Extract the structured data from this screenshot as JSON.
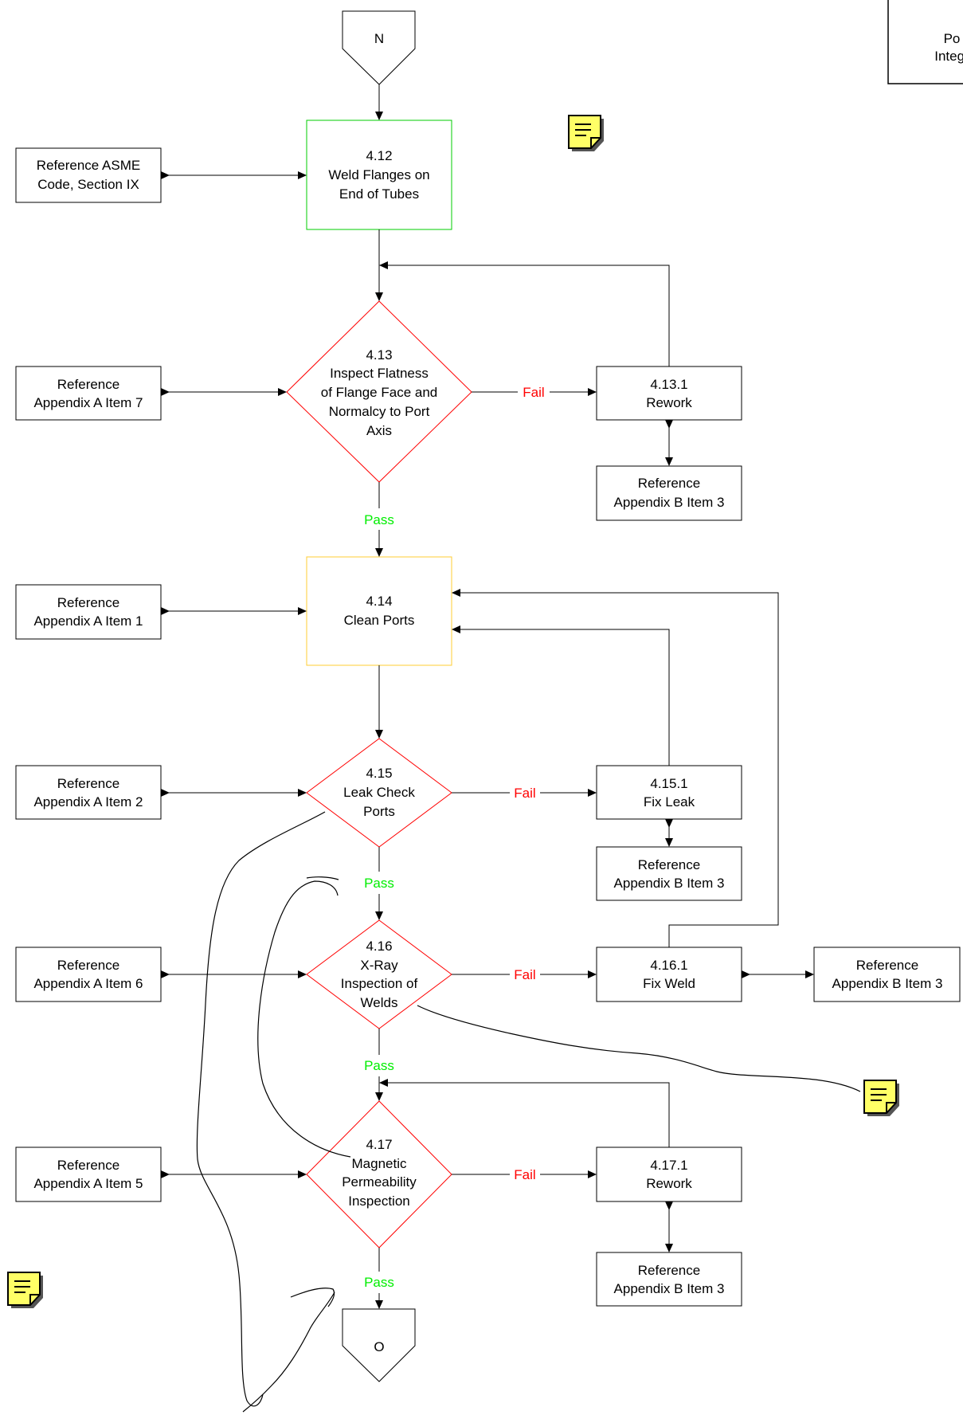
{
  "connectors": {
    "top": "N",
    "bottom": "O"
  },
  "corner_box_text": [
    "Po",
    "Integr"
  ],
  "edge_labels": {
    "fail": "Fail",
    "pass": "Pass"
  },
  "colors": {
    "diamond_border": "#ff0000",
    "step_412_border": "#00cc00",
    "step_414_border": "#ffcc33",
    "fail_text": "#ff0000",
    "pass_text": "#00ee00",
    "note_fill": "#ffff66"
  },
  "steps": {
    "s412": [
      "4.12",
      "Weld Flanges on",
      "End of Tubes"
    ],
    "s413": [
      "4.13",
      "Inspect Flatness",
      "of Flange Face and",
      "Normalcy to Port",
      "Axis"
    ],
    "s4131": [
      "4.13.1",
      "Rework"
    ],
    "s414": [
      "4.14",
      "Clean Ports"
    ],
    "s415": [
      "4.15",
      "Leak Check",
      "Ports"
    ],
    "s4151": [
      "4.15.1",
      "Fix Leak"
    ],
    "s416": [
      "4.16",
      "X-Ray",
      "Inspection of",
      "Welds"
    ],
    "s4161": [
      "4.16.1",
      "Fix Weld"
    ],
    "s417": [
      "4.17",
      "Magnetic",
      "Permeability",
      "Inspection"
    ],
    "s4171": [
      "4.17.1",
      "Rework"
    ]
  },
  "references": {
    "asme": [
      "Reference ASME",
      "Code, Section IX"
    ],
    "a7": [
      "Reference",
      "Appendix A Item 7"
    ],
    "a1": [
      "Reference",
      "Appendix A Item 1"
    ],
    "a2": [
      "Reference",
      "Appendix A Item 2"
    ],
    "a6": [
      "Reference",
      "Appendix A Item 6"
    ],
    "a5": [
      "Reference",
      "Appendix A Item 5"
    ],
    "b3_1": [
      "Reference",
      "Appendix B Item 3"
    ],
    "b3_2": [
      "Reference",
      "Appendix B Item 3"
    ],
    "b3_3": [
      "Reference",
      "Appendix B Item 3"
    ],
    "b3_4": [
      "Reference",
      "Appendix B Item 3"
    ]
  },
  "icons": [
    "note-icon",
    "note-icon",
    "note-icon"
  ]
}
